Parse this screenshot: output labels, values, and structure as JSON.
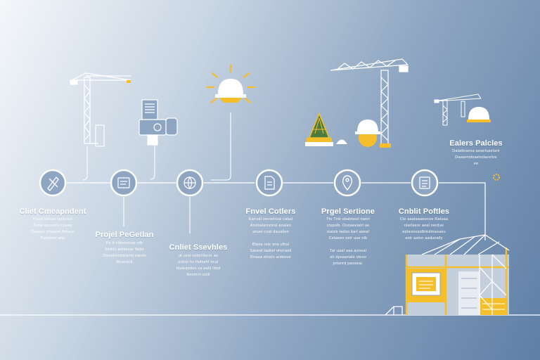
{
  "colors": {
    "accent_yellow": "#f4bf2b",
    "line_white": "#ffffff",
    "bg_light": "#f4f7fa",
    "bg_dark": "#5f7fa6"
  },
  "nodes": [
    {
      "id": "n1",
      "icon": "pencil-ruler-icon",
      "label": "Cliet Cmeapndent",
      "desc": "Pncel bvroar rarmrtce\nFetal ancaonl rroaee\nDucaee chsaem fbrucie\nFstoteerl anp"
    },
    {
      "id": "n2",
      "icon": "clipboard-icon",
      "label": "Projel PeGetlan",
      "desc": "Pa lt ehtroonoar rdlr\nSlofdo aoldeoar fleltir\nDaveloncimnerbl salrds\nBloeranlt"
    },
    {
      "id": "n3",
      "icon": "globe-icon",
      "label": "Cnliet Ssevhles",
      "desc": "ut ceol ootxrrlloror ae\nsrtelo hu thdoehl lrcal\nbluleaodon ca eahl ldsd\nBeomrrl ostil"
    },
    {
      "id": "n4",
      "icon": "document-icon",
      "label": "Fnvel Cotlers",
      "desc": "Earcalt oenorhoal calad\nAreloelarrvoral aoalen\nanuel coat dauallen\n\nBlasa rele ana ulbal\nSaveal laabel ohoraod\nRnaaa eloalo ardeeue"
    },
    {
      "id": "n5",
      "icon": "location-pin-icon",
      "label": "Prgel Sertione",
      "desc": "Tto Trrb ubatmeol naert\ncrypolb. Dooaeelalrl ae\noiaieb tadoo barl aaeal\nCelaeeo oeir uue nlb\n\nTar uaal aaa aooeal\nalr dpoaanale oleoo\nprtanrd paoseal."
    },
    {
      "id": "n6",
      "icon": "checklist-icon",
      "label": "Cnblit Poftles",
      "desc": "Cle aaalaaaeonoe Ratuaa\nnlarlaeor aeal oerdue\neptaonoaolbmdmaeaeu\nanlr aalon aaduoally"
    }
  ],
  "corner": {
    "label": "Ealers Palcles",
    "desc": "Daladeaeoa aeaeluaelare\nDaaarmdoaeledaoeloe\nee"
  }
}
